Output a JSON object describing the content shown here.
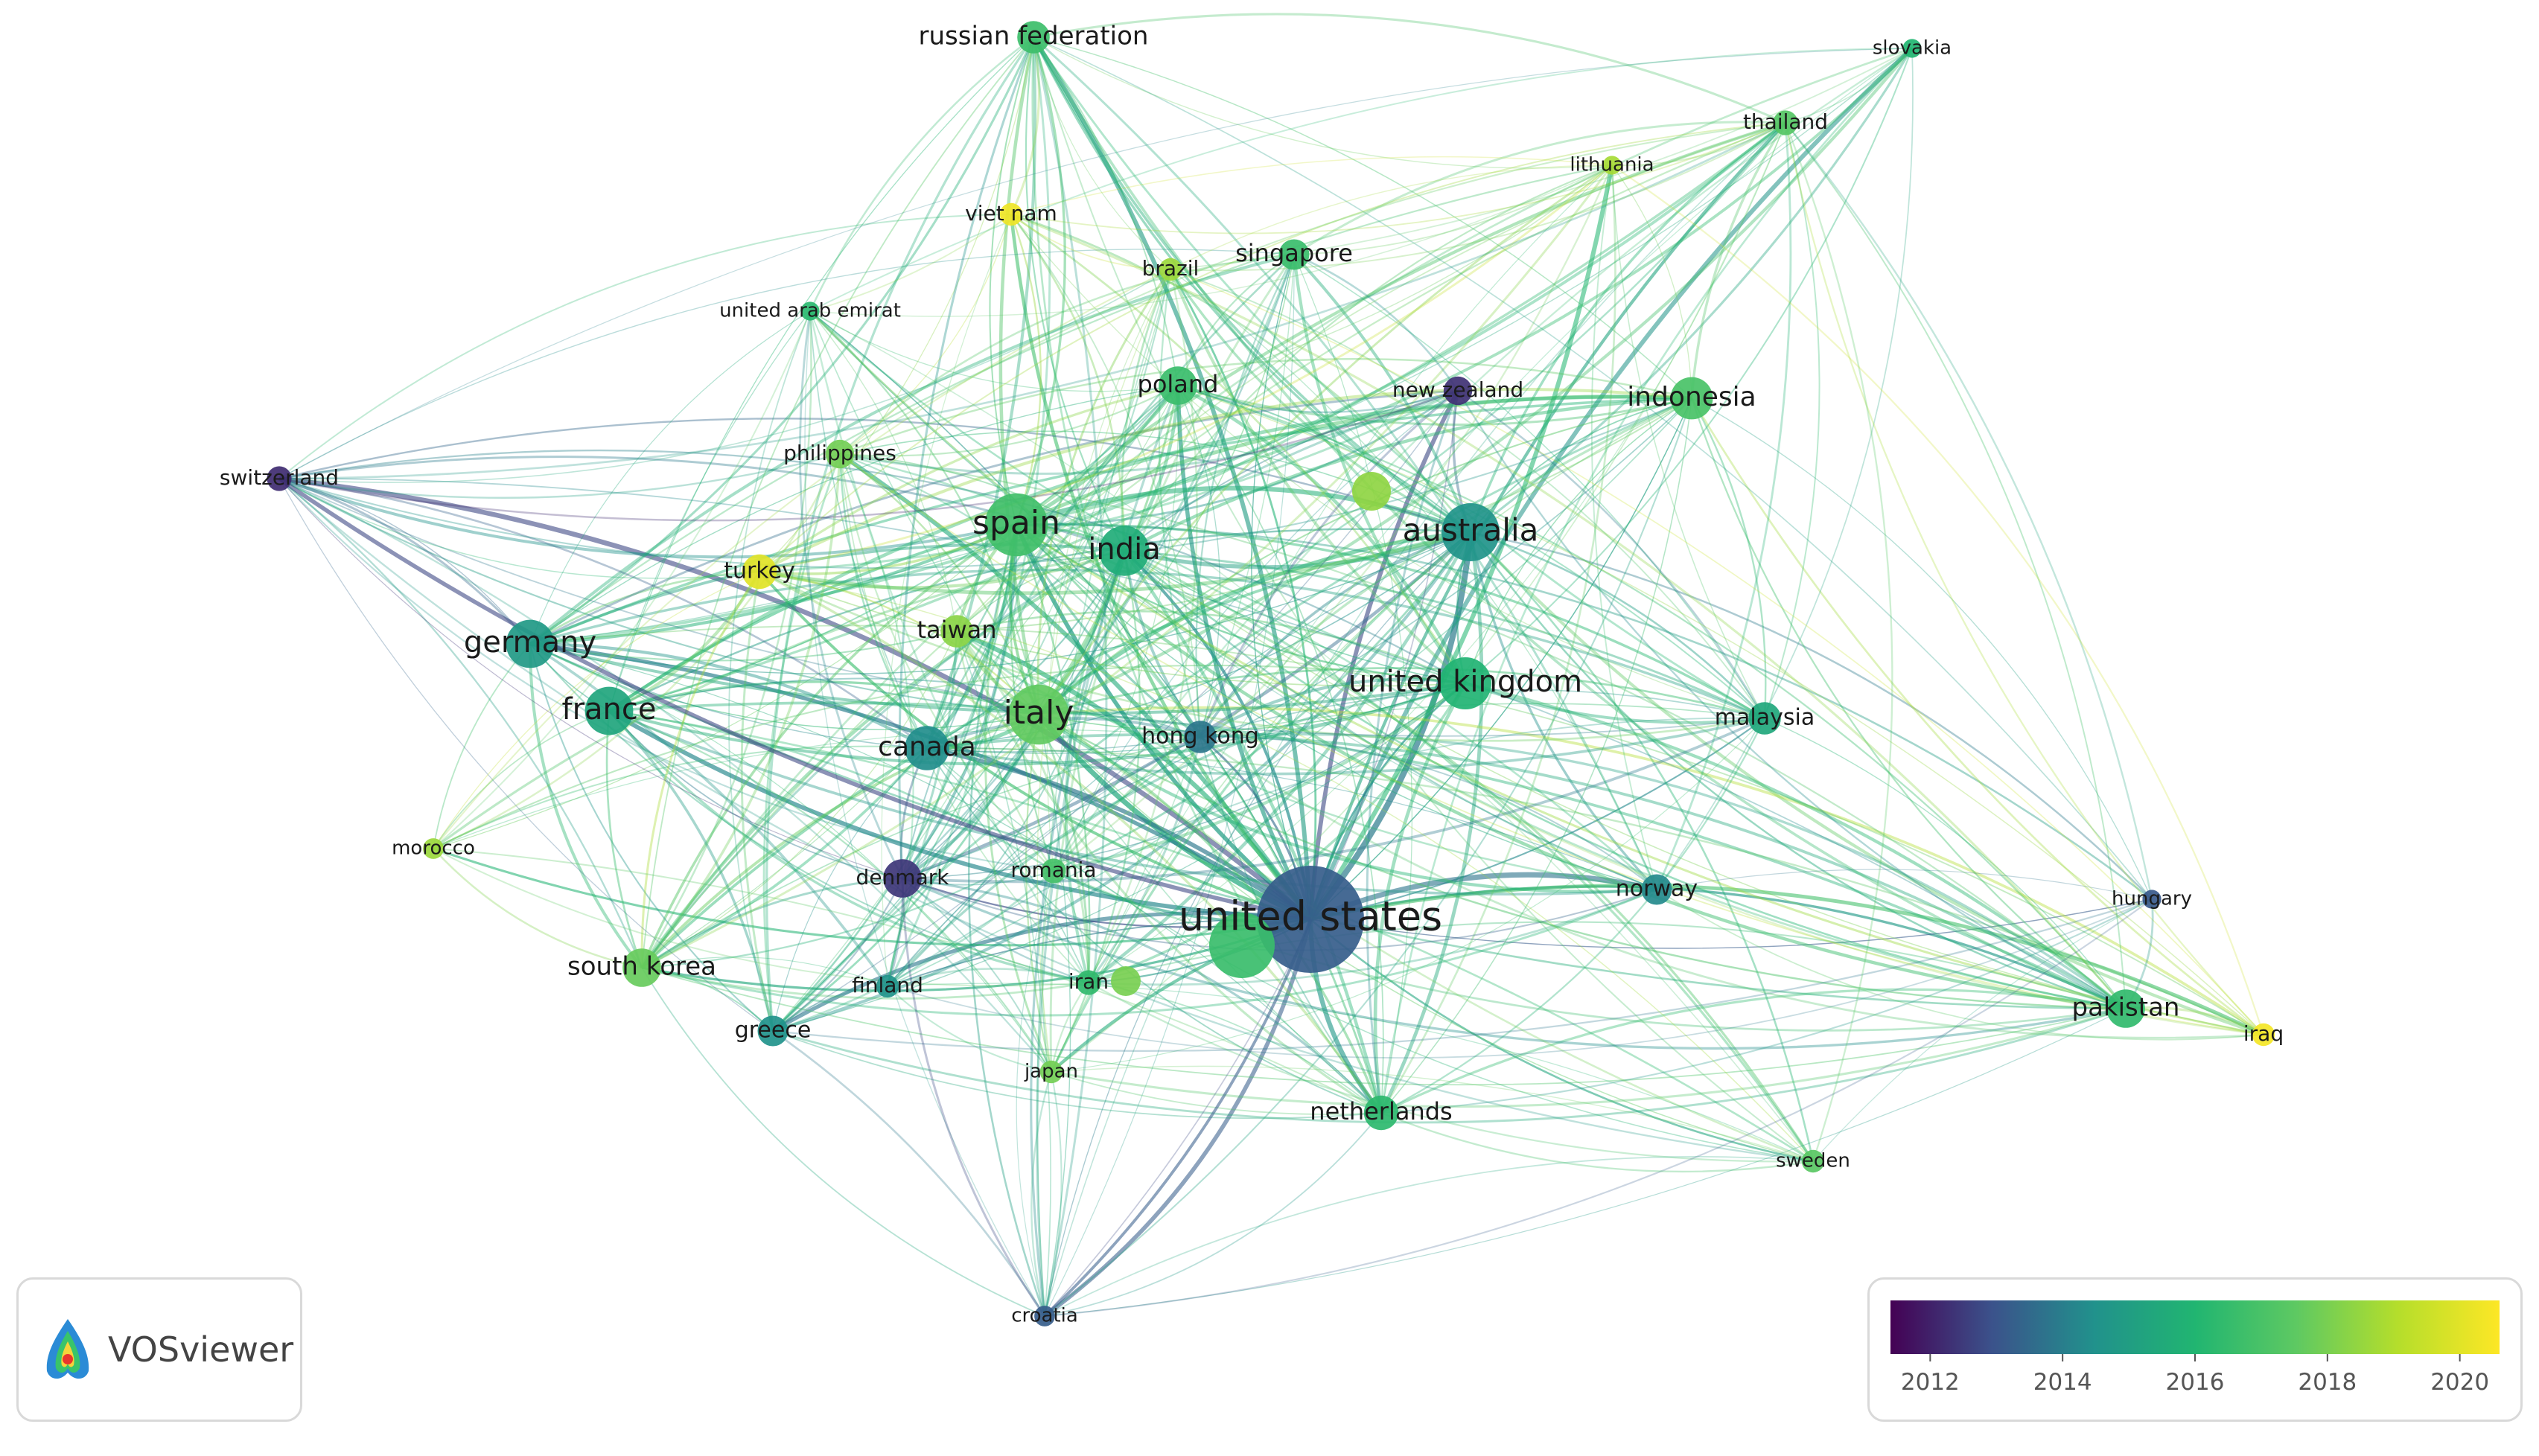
{
  "branding": {
    "app_name": "VOSviewer"
  },
  "colorscale": {
    "stops": [
      "#440154",
      "#3b528b",
      "#21918c",
      "#21b571",
      "#5ec962",
      "#b5de2b",
      "#fde725"
    ],
    "ticks": [
      "2012",
      "2014",
      "2016",
      "2018",
      "2020"
    ],
    "min_year": 2011.4,
    "max_year": 2020.6
  },
  "nodes": [
    {
      "id": "united-states",
      "label": "united states",
      "size": 1.0,
      "year": 2013.2
    },
    {
      "id": "australia",
      "label": "australia",
      "size": 0.5,
      "year": 2014.6
    },
    {
      "id": "spain",
      "label": "spain",
      "size": 0.55,
      "year": 2016.8
    },
    {
      "id": "india",
      "label": "india",
      "size": 0.42,
      "year": 2015.6
    },
    {
      "id": "italy",
      "label": "italy",
      "size": 0.52,
      "year": 2017.6
    },
    {
      "id": "germany",
      "label": "germany",
      "size": 0.4,
      "year": 2014.8
    },
    {
      "id": "france",
      "label": "france",
      "size": 0.4,
      "year": 2015.3
    },
    {
      "id": "canada",
      "label": "canada",
      "size": 0.36,
      "year": 2014.4
    },
    {
      "id": "united-kingdom",
      "label": "united kingdom",
      "size": 0.44,
      "year": 2015.9
    },
    {
      "id": "indonesia",
      "label": "indonesia",
      "size": 0.34,
      "year": 2017.0
    },
    {
      "id": "south-korea",
      "label": "south korea",
      "size": 0.3,
      "year": 2017.7
    },
    {
      "id": "netherlands",
      "label": "netherlands",
      "size": 0.26,
      "year": 2016.3
    },
    {
      "id": "pakistan",
      "label": "pakistan",
      "size": 0.3,
      "year": 2016.4
    },
    {
      "id": "malaysia",
      "label": "malaysia",
      "size": 0.24,
      "year": 2015.4
    },
    {
      "id": "norway",
      "label": "norway",
      "size": 0.22,
      "year": 2014.3
    },
    {
      "id": "greece",
      "label": "greece",
      "size": 0.22,
      "year": 2014.5
    },
    {
      "id": "poland",
      "label": "poland",
      "size": 0.3,
      "year": 2016.6
    },
    {
      "id": "russian-federation",
      "label": "russian federation",
      "size": 0.24,
      "year": 2016.7
    },
    {
      "id": "singapore",
      "label": "singapore",
      "size": 0.22,
      "year": 2016.6
    },
    {
      "id": "taiwan",
      "label": "taiwan",
      "size": 0.24,
      "year": 2018.3
    },
    {
      "id": "turkey",
      "label": "turkey",
      "size": 0.26,
      "year": 2020.0
    },
    {
      "id": "hong-kong",
      "label": "hong kong",
      "size": 0.24,
      "year": 2013.8
    },
    {
      "id": "denmark",
      "label": "denmark",
      "size": 0.3,
      "year": 2012.4
    },
    {
      "id": "philippines",
      "label": "philippines",
      "size": 0.2,
      "year": 2017.9
    },
    {
      "id": "new-zealand",
      "label": "new zealand",
      "size": 0.2,
      "year": 2012.3
    },
    {
      "id": "switzerland",
      "label": "switzerland",
      "size": 0.16,
      "year": 2012.2
    },
    {
      "id": "romania",
      "label": "romania",
      "size": 0.16,
      "year": 2016.9
    },
    {
      "id": "finland",
      "label": "finland",
      "size": 0.14,
      "year": 2014.6
    },
    {
      "id": "iran",
      "label": "iran",
      "size": 0.16,
      "year": 2016.4
    },
    {
      "id": "japan",
      "label": "japan",
      "size": 0.14,
      "year": 2017.9
    },
    {
      "id": "morocco",
      "label": "morocco",
      "size": 0.12,
      "year": 2018.6
    },
    {
      "id": "brazil",
      "label": "brazil",
      "size": 0.14,
      "year": 2018.6
    },
    {
      "id": "viet-nam",
      "label": "viet nam",
      "size": 0.14,
      "year": 2020.3
    },
    {
      "id": "united-arab-emirat",
      "label": "united arab emirat",
      "size": 0.1,
      "year": 2016.2
    },
    {
      "id": "thailand",
      "label": "thailand",
      "size": 0.16,
      "year": 2017.3
    },
    {
      "id": "lithuania",
      "label": "lithuania",
      "size": 0.1,
      "year": 2018.8
    },
    {
      "id": "slovakia",
      "label": "slovakia",
      "size": 0.1,
      "year": 2016.0
    },
    {
      "id": "hungary",
      "label": "hungary",
      "size": 0.1,
      "year": 2013.1
    },
    {
      "id": "iraq",
      "label": "iraq",
      "size": 0.14,
      "year": 2020.4
    },
    {
      "id": "sweden",
      "label": "sweden",
      "size": 0.14,
      "year": 2017.4
    },
    {
      "id": "croatia",
      "label": "croatia",
      "size": 0.12,
      "year": 2013.2
    }
  ]
}
